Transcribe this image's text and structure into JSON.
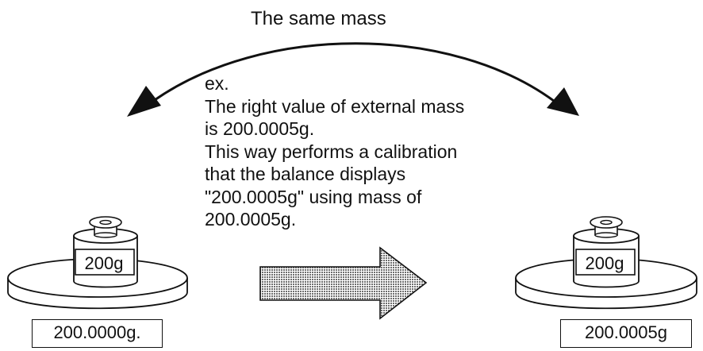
{
  "title": "The same mass",
  "example": {
    "lines": [
      "ex.",
      "The right value of external mass",
      "is 200.0005g.",
      "This way performs a calibration",
      "that the balance displays",
      "\"200.0005g\" using mass of",
      "200.0005g."
    ]
  },
  "left_balance": {
    "weight_label": "200g",
    "display": "200.0000g."
  },
  "right_balance": {
    "weight_label": "200g",
    "display": "200.0005g"
  },
  "colors": {
    "line": "#111111",
    "arrow_fill": "#8f8f8f",
    "background": "#ffffff"
  }
}
